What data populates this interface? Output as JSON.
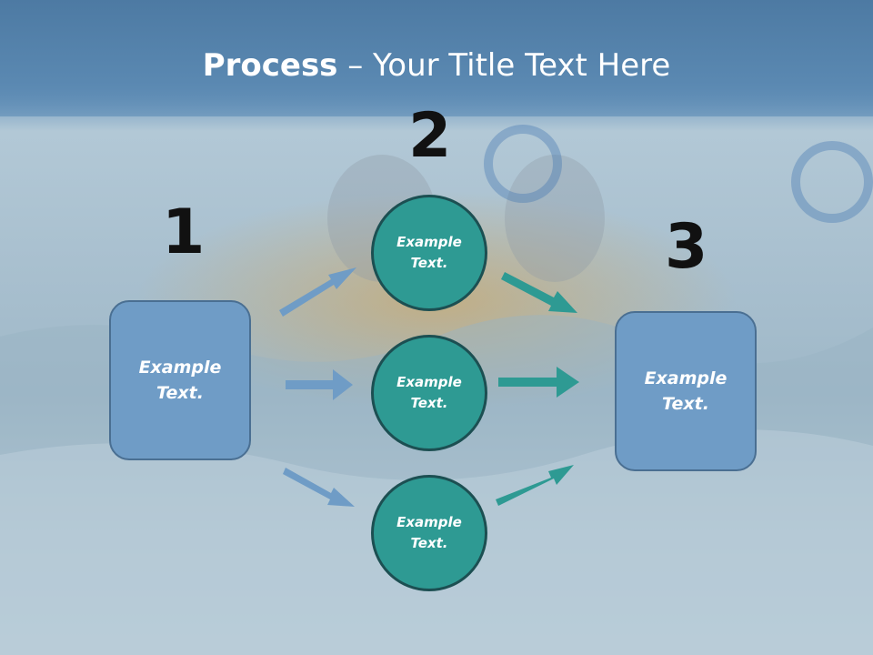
{
  "title": {
    "bold": "Process",
    "rest": " – Your Title Text Here"
  },
  "steps": [
    {
      "number": "1",
      "text_line1": "Example",
      "text_line2": "Text."
    },
    {
      "number": "2"
    },
    {
      "number": "3",
      "text_line1": "Example",
      "text_line2": "Text."
    }
  ],
  "circles": [
    {
      "text_line1": "Example",
      "text_line2": "Text."
    },
    {
      "text_line1": "Example",
      "text_line2": "Text."
    },
    {
      "text_line1": "Example",
      "text_line2": "Text."
    }
  ],
  "colors": {
    "box_fill": "#6f9cc6",
    "circle_fill": "#2e9a93",
    "arrow_left": "#6f9cc6",
    "arrow_right": "#2e9a93",
    "title_bar": "#5a88b1"
  }
}
